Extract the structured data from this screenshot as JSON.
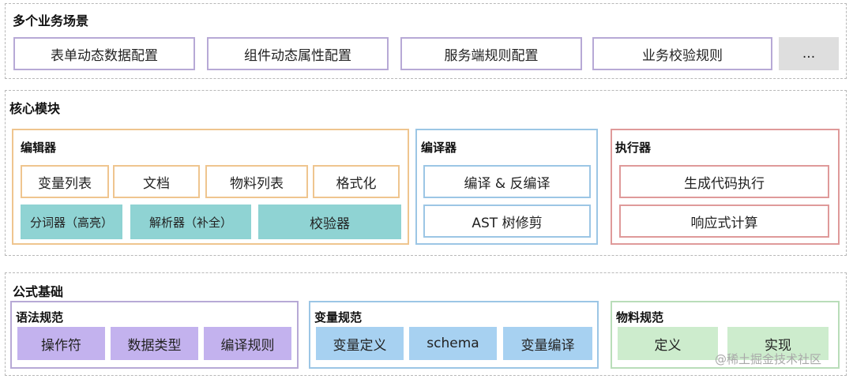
{
  "scenarios": {
    "title": "多个业务场景",
    "items": [
      "表单动态数据配置",
      "组件动态属性配置",
      "服务端规则配置",
      "业务校验规则",
      "..."
    ]
  },
  "core": {
    "title": "核心模块",
    "editor": {
      "title": "编辑器",
      "row1": [
        "变量列表",
        "文档",
        "物料列表",
        "格式化"
      ],
      "row2": [
        "分词器（高亮）",
        "解析器（补全）",
        "校验器"
      ]
    },
    "compiler": {
      "title": "编译器",
      "items": [
        "编译 & 反编译",
        "AST 树修剪"
      ]
    },
    "executor": {
      "title": "执行器",
      "items": [
        "生成代码执行",
        "响应式计算"
      ]
    }
  },
  "foundation": {
    "title": "公式基础",
    "syntax": {
      "title": "语法规范",
      "items": [
        "操作符",
        "数据类型",
        "编译规则"
      ]
    },
    "variable": {
      "title": "变量规范",
      "items": [
        "变量定义",
        "schema",
        "变量编译"
      ]
    },
    "material": {
      "title": "物料规范",
      "items": [
        "定义",
        "实现"
      ]
    }
  },
  "watermark": "@稀土掘金技术社区",
  "colors": {
    "purple_border": "#b7a9d6",
    "orange_border": "#efc58f",
    "blue_border": "#9cc6e5",
    "red_border": "#df9a9a",
    "teal": "#8fd3d3",
    "lavender": "#c3b2ee",
    "sky": "#a7d1f1",
    "mint": "#cdeccd",
    "gray": "#dedede"
  }
}
